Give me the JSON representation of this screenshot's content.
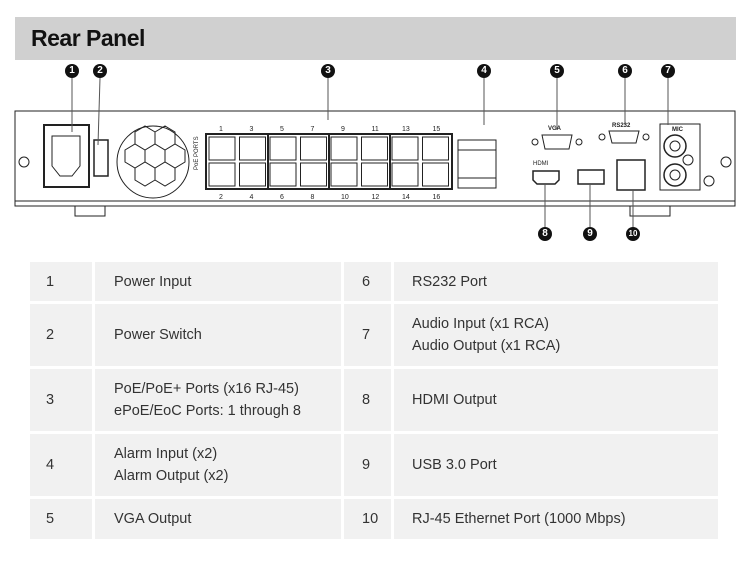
{
  "header": {
    "title": "Rear Panel"
  },
  "device": {
    "poe_label": "PoE PORTS",
    "top_port_numbers": [
      "1",
      "3",
      "5",
      "7",
      "9",
      "11",
      "13",
      "15"
    ],
    "bottom_port_numbers": [
      "2",
      "4",
      "6",
      "8",
      "10",
      "12",
      "14",
      "16"
    ],
    "vga_label": "VGA",
    "rs232_label": "RS232",
    "mic_label": "MIC",
    "hdmi_label": "HDMI"
  },
  "callouts": [
    "1",
    "2",
    "3",
    "4",
    "5",
    "6",
    "7",
    "8",
    "9",
    "10"
  ],
  "table": {
    "rows": [
      {
        "n1": "1",
        "d1": [
          "Power Input"
        ],
        "n2": "6",
        "d2": [
          "RS232 Port"
        ]
      },
      {
        "n1": "2",
        "d1": [
          "Power Switch"
        ],
        "n2": "7",
        "d2": [
          "Audio Input (x1 RCA)",
          "Audio Output (x1 RCA)"
        ]
      },
      {
        "n1": "3",
        "d1": [
          "PoE/PoE+ Ports (x16 RJ-45)",
          "ePoE/EoC Ports: 1 through 8"
        ],
        "n2": "8",
        "d2": [
          "HDMI Output"
        ]
      },
      {
        "n1": "4",
        "d1": [
          "Alarm Input (x2)",
          "Alarm Output (x2)"
        ],
        "n2": "9",
        "d2": [
          "USB 3.0 Port"
        ]
      },
      {
        "n1": "5",
        "d1": [
          "VGA Output"
        ],
        "n2": "10",
        "d2": [
          "RJ-45 Ethernet Port (1000 Mbps)"
        ]
      }
    ]
  }
}
